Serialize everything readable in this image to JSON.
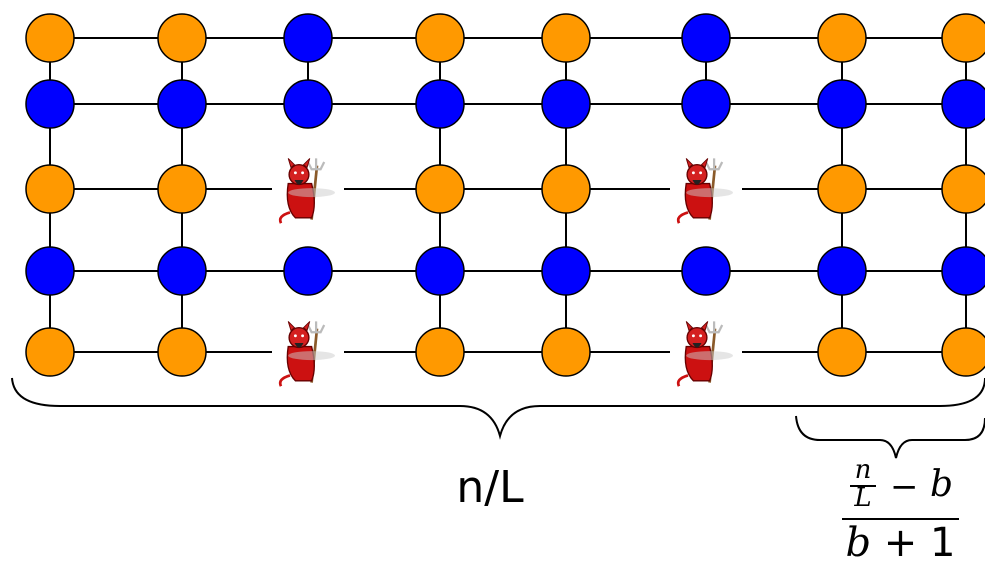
{
  "diagram": {
    "rows": [
      [
        "orange",
        "orange",
        "blue",
        "orange",
        "orange",
        "blue",
        "orange",
        "orange"
      ],
      [
        "blue",
        "blue",
        "blue",
        "blue",
        "blue",
        "blue",
        "blue",
        "blue"
      ],
      [
        "orange",
        "orange",
        "devil",
        "orange",
        "orange",
        "devil",
        "orange",
        "orange"
      ],
      [
        "blue",
        "blue",
        "blue",
        "blue",
        "blue",
        "blue",
        "blue",
        "blue"
      ],
      [
        "orange",
        "orange",
        "devil",
        "orange",
        "orange",
        "devil",
        "orange",
        "orange"
      ]
    ],
    "colors": {
      "orange": "#FF9900",
      "blue": "#0000FF",
      "edge": "#000000",
      "devil": "#CC1111"
    },
    "labels": {
      "total": "n/L",
      "segment": {
        "num_top": "n",
        "num_bottom": "L",
        "minus": "−",
        "num_b": "b",
        "den_b": "b",
        "den_plus_one": " + 1"
      }
    }
  }
}
